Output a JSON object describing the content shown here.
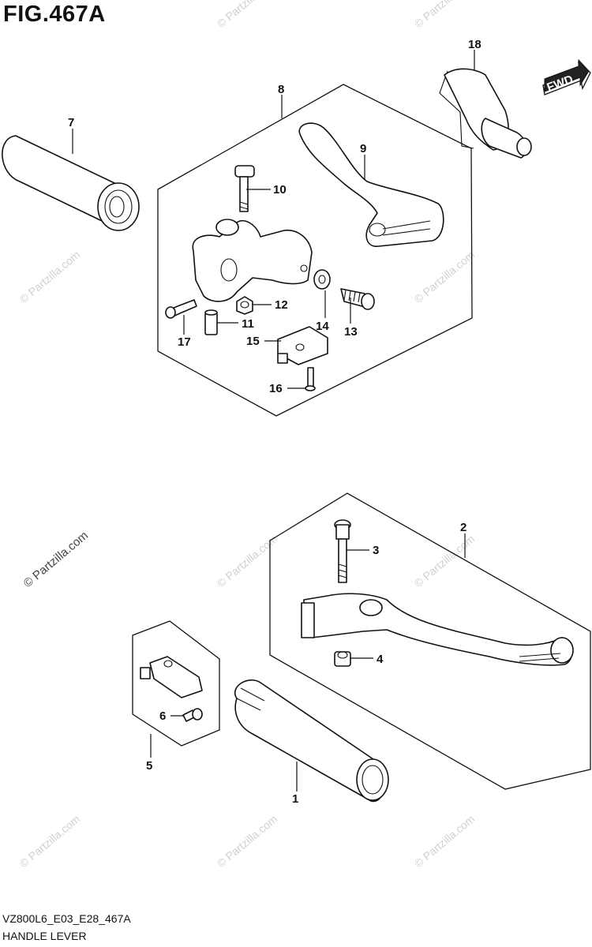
{
  "figure": {
    "title": "FIG.467A",
    "code": "VZ800L6_E03_E28_467A",
    "name": "HANDLE LEVER"
  },
  "fwd_label": "FWD",
  "watermark": "© Partzilla.com",
  "callouts": [
    {
      "id": "c1",
      "label": "1"
    },
    {
      "id": "c2",
      "label": "2"
    },
    {
      "id": "c3",
      "label": "3"
    },
    {
      "id": "c4",
      "label": "4"
    },
    {
      "id": "c5",
      "label": "5"
    },
    {
      "id": "c6",
      "label": "6"
    },
    {
      "id": "c7",
      "label": "7"
    },
    {
      "id": "c8",
      "label": "8"
    },
    {
      "id": "c9",
      "label": "9"
    },
    {
      "id": "c10",
      "label": "10"
    },
    {
      "id": "c11",
      "label": "11"
    },
    {
      "id": "c12",
      "label": "12"
    },
    {
      "id": "c13",
      "label": "13"
    },
    {
      "id": "c14",
      "label": "14"
    },
    {
      "id": "c15",
      "label": "15"
    },
    {
      "id": "c16",
      "label": "16"
    },
    {
      "id": "c17",
      "label": "17"
    },
    {
      "id": "c18",
      "label": "18"
    }
  ]
}
